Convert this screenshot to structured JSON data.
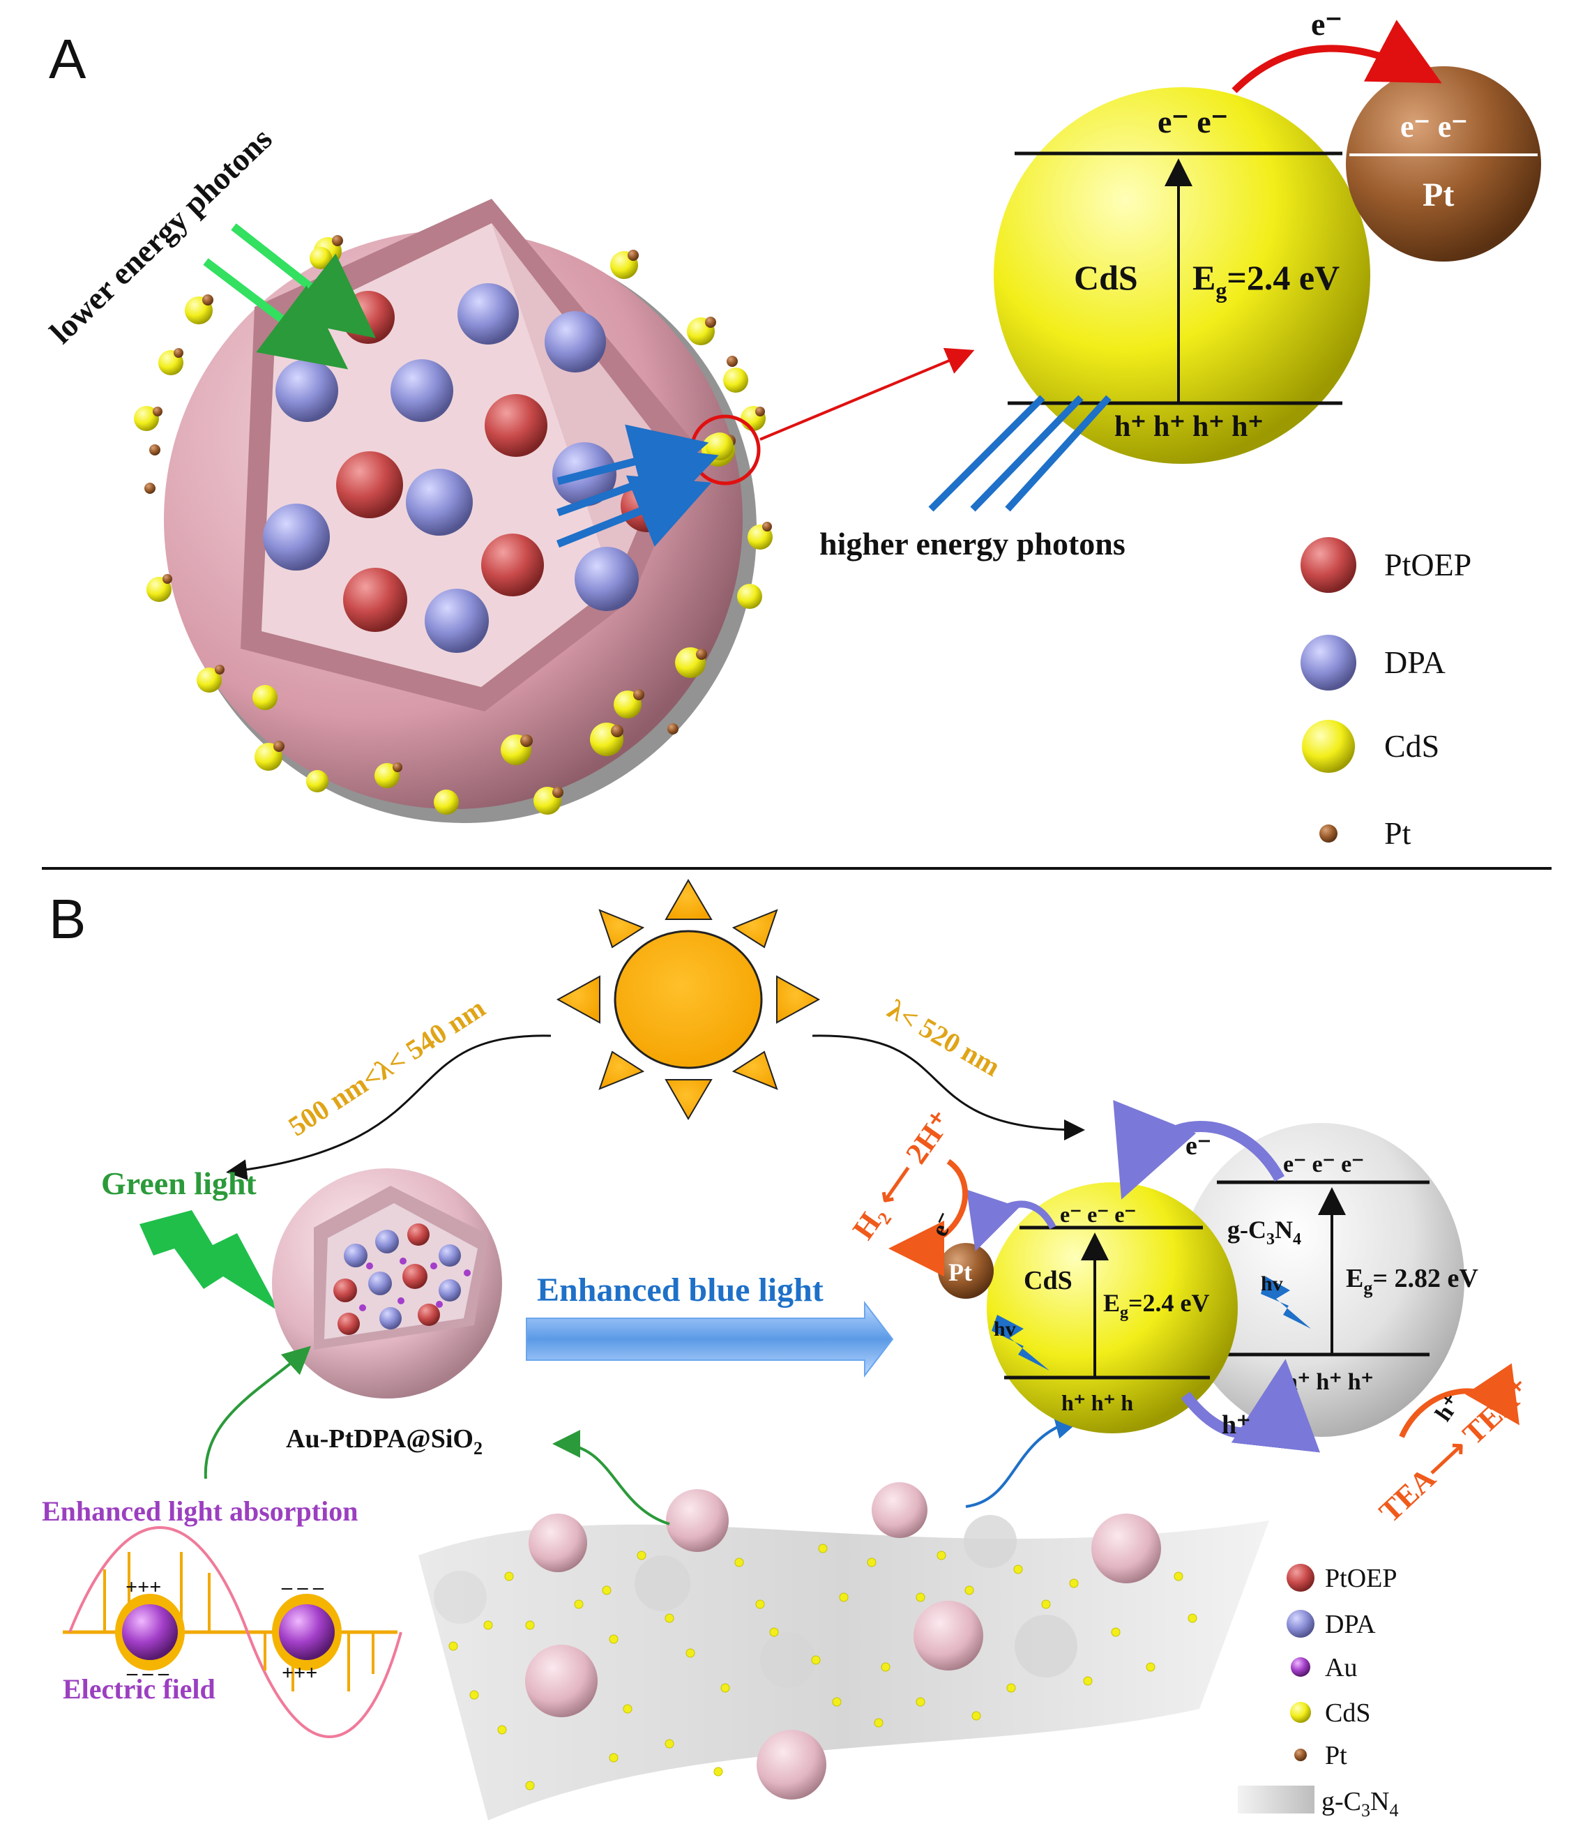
{
  "panel_a": {
    "letter": "A",
    "lower_photons": "lower energy photons",
    "higher_photons": "higher energy photons",
    "cds_label": "CdS",
    "eg_E": "E",
    "eg_sub": "g",
    "eg_value": "=2.4 eV",
    "cb_electrons": "e⁻  e⁻",
    "vb_holes": "h⁺ h⁺ h⁺ h⁺",
    "transfer_electron": "e⁻",
    "pt_label": "Pt",
    "pt_electrons": "e⁻  e⁻",
    "legend": [
      {
        "label": "PtOEP",
        "color": "#c94a4a"
      },
      {
        "label": "DPA",
        "color": "#8b8fd6"
      },
      {
        "label": "CdS",
        "color": "#f2ee1a"
      },
      {
        "label": "Pt",
        "color": "#9a5c2c"
      }
    ]
  },
  "panel_b": {
    "letter": "B",
    "wavelength_left": "500 nm<λ< 540 nm",
    "wavelength_right": "λ< 520 nm",
    "green_light": "Green light",
    "enhanced_blue": "Enhanced blue light",
    "au_ptdpa": "Au-PtDPA@SiO",
    "au_ptdpa_sub": "2",
    "enhanced_absorption": "Enhanced light absorption",
    "electric_field": "Electric field",
    "plus": "+++",
    "minus": "– – –",
    "h2_reaction": "H₂ ⟵ 2H⁺",
    "tea_reaction": "TEA⟶ TEA⁺",
    "pt_label": "Pt",
    "cds_label": "CdS",
    "cds_eg_E": "E",
    "cds_eg_sub": "g",
    "cds_eg_value": "=2.4 eV",
    "cds_electrons": "e⁻  e⁻  e⁻",
    "cds_holes": "h⁺ h⁺ h",
    "gcn_label_g": "g-C",
    "gcn_sub3": "3",
    "gcn_N": "N",
    "gcn_sub4": "4",
    "gcn_eg_E": "E",
    "gcn_eg_sub": "g",
    "gcn_eg_value": "= 2.82 eV",
    "gcn_electrons": "e⁻ e⁻ e⁻",
    "gcn_holes": "h⁺ h⁺ h⁺",
    "hv": "hv",
    "e_minus": "e⁻",
    "h_plus": "h⁺",
    "legend": [
      {
        "label": "PtOEP",
        "color": "#b54a4a"
      },
      {
        "label": "DPA",
        "color": "#8b8fd6"
      },
      {
        "label": "Au",
        "color": "#a33fc9"
      },
      {
        "label": "CdS",
        "color": "#f2ee1a"
      },
      {
        "label": "Pt",
        "color": "#9a5c2c"
      }
    ],
    "legend_gcn_g": "g-C",
    "legend_gcn_3": "3",
    "legend_gcn_N": "N",
    "legend_gcn_4": "4"
  }
}
